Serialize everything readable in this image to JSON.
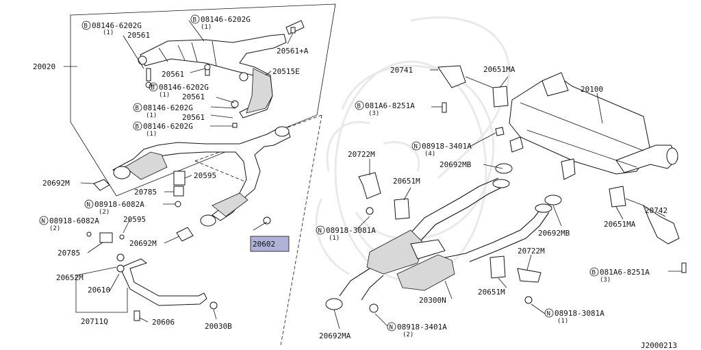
{
  "diagram": {
    "code": "J2000213",
    "highlighted_part": "20602",
    "highlight_color": "#aeb2d6",
    "labels": {
      "p20020": "20020",
      "b_08146_6202g_a": "08146-6202G",
      "b_08146_6202g_b": "08146-6202G",
      "b_08146_6202g_c": "08146-6202G",
      "b_08146_6202g_d": "08146-6202G",
      "b_08146_6202g_e": "08146-6202G",
      "q1_a": "(1)",
      "q1_b": "(1)",
      "q1_c": "(1)",
      "q1_d": "(1)",
      "q1_e": "(1)",
      "p20561_a": "20561",
      "p20561_b": "20561",
      "p20561_c": "20561",
      "p20561_d": "20561",
      "p20561_plus_a": "20561+A",
      "p20515e": "20515E",
      "p20692m_a": "20692M",
      "p20692m_b": "20692M",
      "p20595_a": "20595",
      "p20595_b": "20595",
      "p20785_a": "20785",
      "p20785_b": "20785",
      "n_08918_6082a_a": "08918-6082A",
      "n_08918_6082a_b": "08918-6082A",
      "q2_a": "(2)",
      "q2_b": "(2)",
      "p20602": "20602",
      "p20652m": "20652M",
      "p20610": "20610",
      "p20711q": "20711Q",
      "p20606": "20606",
      "p20030b": "20030B",
      "p20741": "20741",
      "p20651ma_a": "20651MA",
      "p20651ma_b": "20651MA",
      "p20100": "20100",
      "b_081a6_8251a_a": "081A6-8251A",
      "b_081a6_8251a_b": "081A6-8251A",
      "q3_a": "(3)",
      "q3_b": "(3)",
      "n_08918_3401a_a": "08918-3401A",
      "n_08918_3401a_b": "08918-3401A",
      "q4": "(4)",
      "q2_c": "(2)",
      "p20692mb_a": "20692MB",
      "p20692mb_b": "20692MB",
      "p20722m_a": "20722M",
      "p20722m_b": "20722M",
      "p20651m_a": "20651M",
      "p20651m_b": "20651M",
      "n_08918_3081a_a": "08918-3081A",
      "n_08918_3081a_b": "08918-3081A",
      "q1_f": "(1)",
      "q1_g": "(1)",
      "p20300n": "20300N",
      "p20742": "20742",
      "p20692ma": "20692MA",
      "b_letter": "B",
      "n_letter": "N"
    }
  }
}
